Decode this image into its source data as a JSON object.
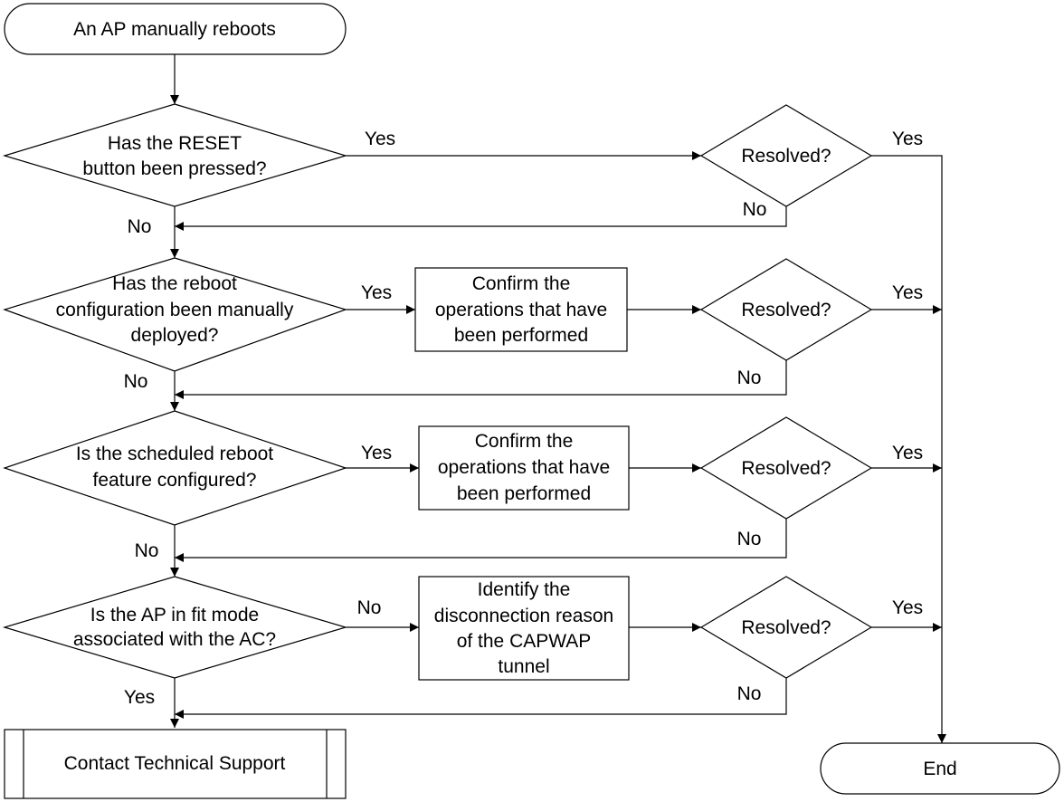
{
  "nodes": {
    "start": "An AP manually reboots",
    "q1": [
      "Has the RESET",
      "button been pressed?"
    ],
    "q2": [
      "Has the reboot",
      "configuration been manually",
      "deployed?"
    ],
    "q3": [
      "Is the scheduled reboot",
      "feature configured?"
    ],
    "q4": [
      "Is the AP in fit mode",
      "associated with the AC?"
    ],
    "op2": [
      "Confirm the",
      "operations that have",
      "been performed"
    ],
    "op3": [
      "Confirm the",
      "operations that have",
      "been performed"
    ],
    "op4": [
      "Identify the",
      "disconnection reason",
      "of the CAPWAP",
      "tunnel"
    ],
    "resolved": "Resolved?",
    "support": "Contact Technical Support",
    "end": "End"
  },
  "edge_labels": {
    "yes": "Yes",
    "no": "No"
  }
}
